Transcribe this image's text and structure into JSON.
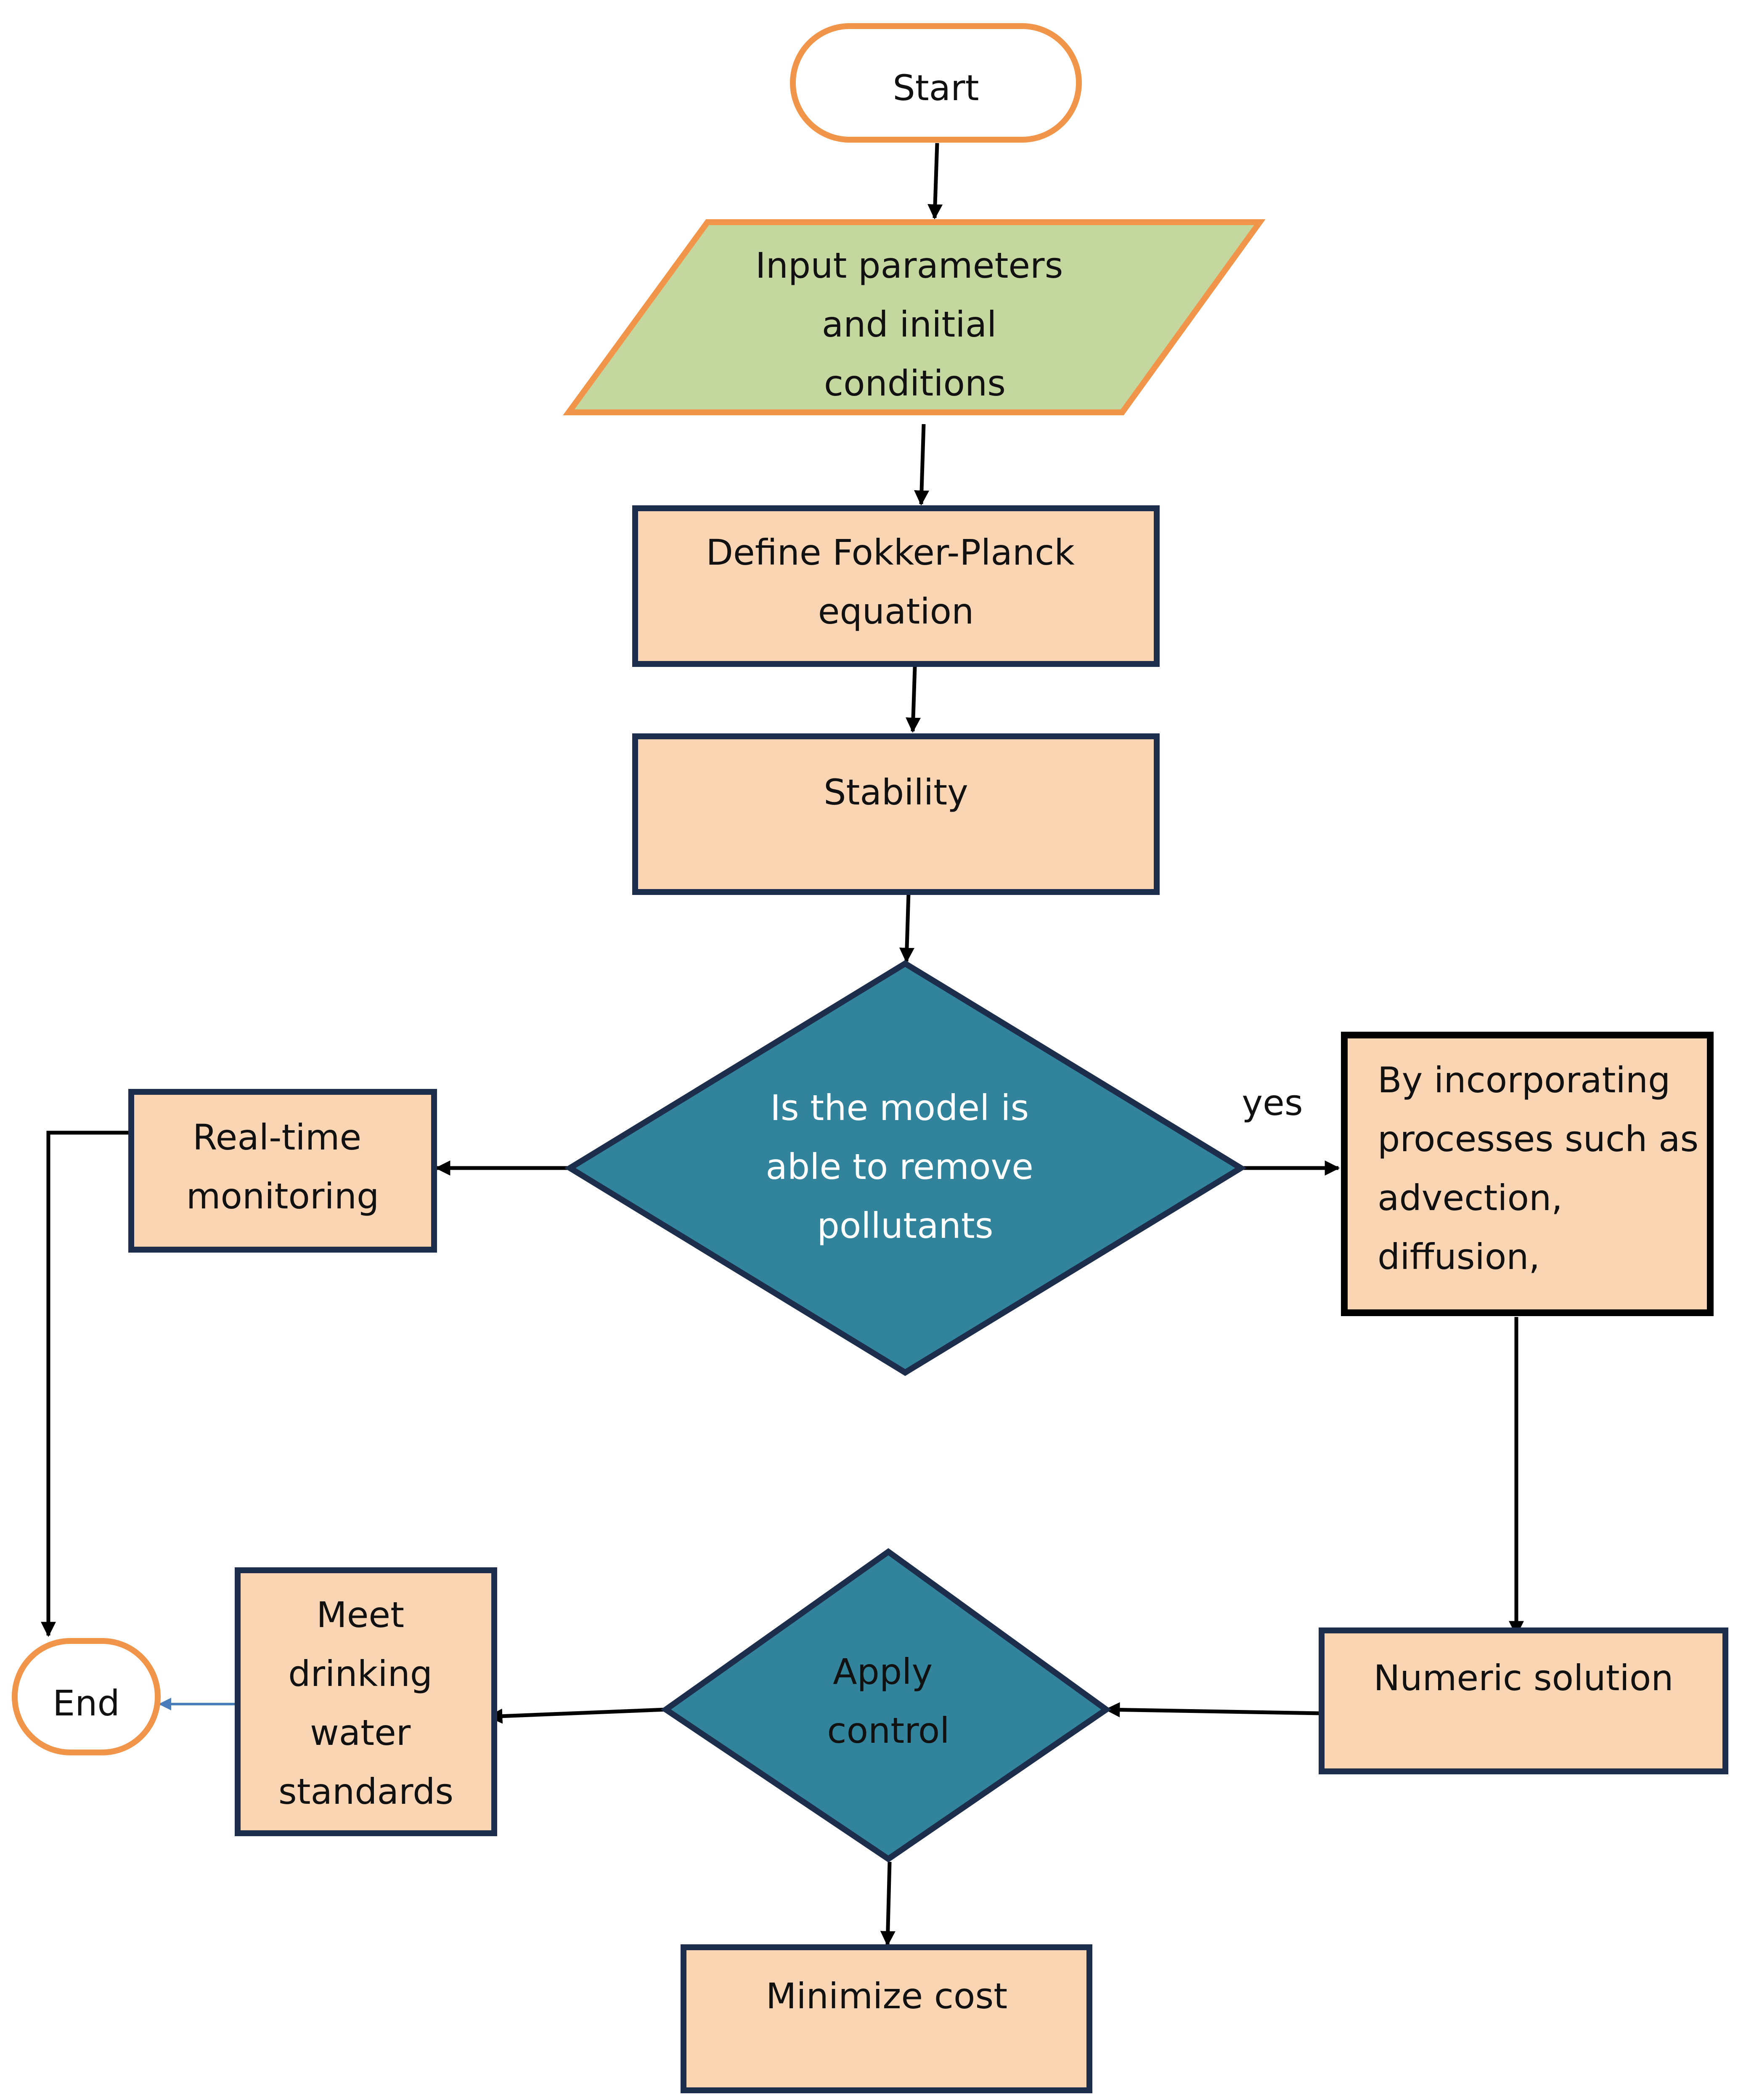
{
  "colors": {
    "terminal_stroke": "#F0954A",
    "input_fill": "#C4D79E",
    "process_fill": "#FAD5B4",
    "process_stroke": "#1D2E4D",
    "decision_fill": "#31849B",
    "arrow": "#000000",
    "end_arrow": "#4A7EBB"
  },
  "nodes": {
    "start": {
      "label": "Start"
    },
    "input": {
      "lines": [
        "Input parameters",
        "and initial",
        "conditions"
      ]
    },
    "define": {
      "lines": [
        "Define Fokker-Planck",
        "equation"
      ]
    },
    "stability": {
      "label": "Stability"
    },
    "decision": {
      "lines": [
        "Is the model is",
        "able to remove",
        "pollutants"
      ]
    },
    "yes_label": "yes",
    "incorporating": {
      "lines": [
        "By incorporating",
        "processes such as",
        "advection,",
        "diffusion,"
      ]
    },
    "realtime": {
      "lines": [
        "Real-time",
        "monitoring"
      ]
    },
    "end": {
      "label": "End"
    },
    "meet": {
      "lines": [
        "Meet",
        "drinking",
        "water",
        "standards"
      ]
    },
    "apply": {
      "lines": [
        "Apply",
        "control"
      ]
    },
    "numeric": {
      "label": "Numeric solution"
    },
    "minimize": {
      "label": "Minimize cost"
    }
  }
}
